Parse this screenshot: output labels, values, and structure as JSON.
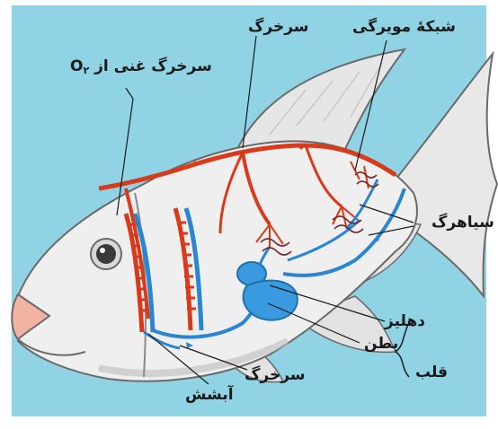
{
  "labels": {
    "capillary_network": "شبکهٔ مویرگی",
    "artery_top": "سرخرگ",
    "oxygen_rich_artery_text": "سرخرگ غنی از",
    "oxygen_formula": "O",
    "oxygen_subscript": "۲",
    "vein": "سیاهرگ",
    "atrium": "دهلیز",
    "ventricle": "بطن",
    "heart": "قلب",
    "artery_bottom": "سرخرگ",
    "gill": "آبشش"
  },
  "colors": {
    "water": "#8fd3e4",
    "body": "#efefef",
    "artery": "#d93a1a",
    "vein": "#2a86d0",
    "heart": "#3a9ae0",
    "outline": "#6a6a6a"
  }
}
